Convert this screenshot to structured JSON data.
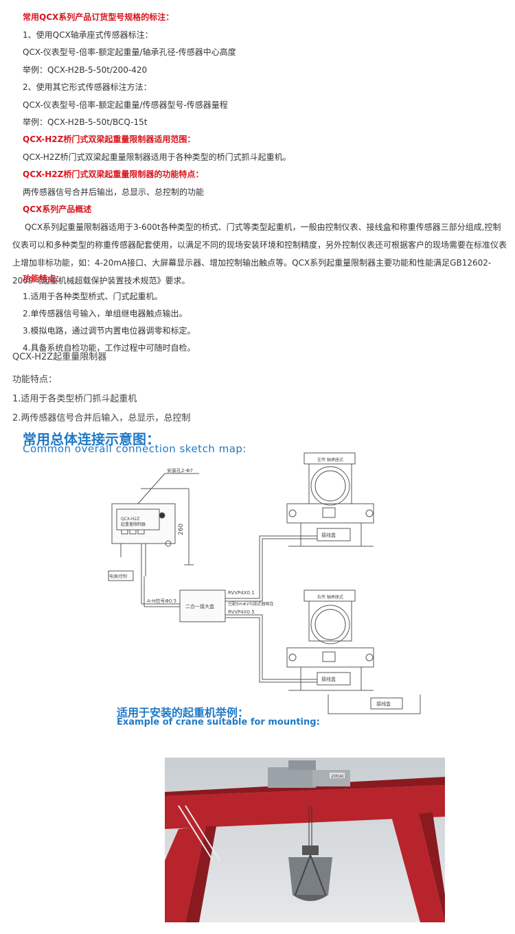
{
  "spec": {
    "heading": "常用QCX系列产品订货型号规格的标注：",
    "item1": "1、使用QCX轴承座式传感器标注：",
    "format1": "QCX-仪表型号-倍率-额定起重量/轴承孔径-传感器中心高度",
    "example1": "举例：QCX-H2B-5-50t/200-420",
    "item2": "2、使用其它形式传感器标注方法：",
    "format2": "QCX-仪表型号-倍率-额定起重量/传感器型号-传感器量程",
    "example2": "举例：QCX-H2B-5-50t/BCQ-15t"
  },
  "scope": {
    "heading": "QCX-H2Z桥门式双梁起重量限制器适用范围：",
    "text": "QCX-H2Z桥门式双梁起重量限制器适用于各种类型的桥门式抓斗起重机。"
  },
  "features": {
    "heading": "QCX-H2Z桥门式双梁起重量限制器的功能特点：",
    "text": "两传感器信号合并后输出，总显示、总控制的功能"
  },
  "overview": {
    "heading": "QCX系列产品概述",
    "text": "QCX系列起重量限制器适用于3-600t各种类型的桥式、门式等类型起重机，一般由控制仪表、接线盒和称重传感器三部分组成,控制仪表可以和多种类型的称重传感器配套使用，以满足不同的现场安装环境和控制精度，另外控制仪表还可根据客户的现场需要在标准仪表上增加非标功能，如：4-20mA接口、大屏幕显示器、增加控制输出触点等。QCX系列起重量限制器主要功能和性能满足GB12602-2009《起重机械超载保护装置技术规范》要求。"
  },
  "func": {
    "heading": "功能特点：",
    "items": [
      "1.适用于各种类型桥式、门式起重机。",
      "2.单传感器信号输入，单组继电器触点输出。",
      "3.模拟电路，通过调节内置电位器调零和标定。",
      "4.具备系统自检功能，工作过程中可随时自检。"
    ]
  },
  "lower": {
    "title": "QCX-H2Z起重量限制器",
    "label": "功能特点：",
    "items": [
      "1.适用于各类型桥门抓斗起重机",
      "2.两传感器信号合并后输入，总显示，总控制"
    ]
  },
  "diagram": {
    "title_cn": "常用总体连接示意图：",
    "title_en": "Common overall connection sketch map:",
    "mount_label": "安装孔2-Φ7",
    "height_label": "260",
    "instrument_model": "QCX-H2Z",
    "instrument_name": "起重量限制器",
    "power_label": "电源|控制",
    "signal_label": "A-H信号Φ0.5",
    "junction_label": "二合一接大盒",
    "cable1": "RVVP4X0.1",
    "cable1_note": "已配5m#2与接近器相连",
    "cable2": "RVVP4X0.5",
    "box_label": "接线盒",
    "sensor1_label": "左传 轴承座式",
    "sensor2_label": "右传 轴承座式"
  },
  "crane": {
    "title_cn": "适用于安装的起重机举例：",
    "title_en": "Example of crane suitable for mounting:",
    "plate": "20t(A)"
  },
  "colors": {
    "red": "#d9141d",
    "blue": "#1f79c6",
    "text": "#333333"
  }
}
